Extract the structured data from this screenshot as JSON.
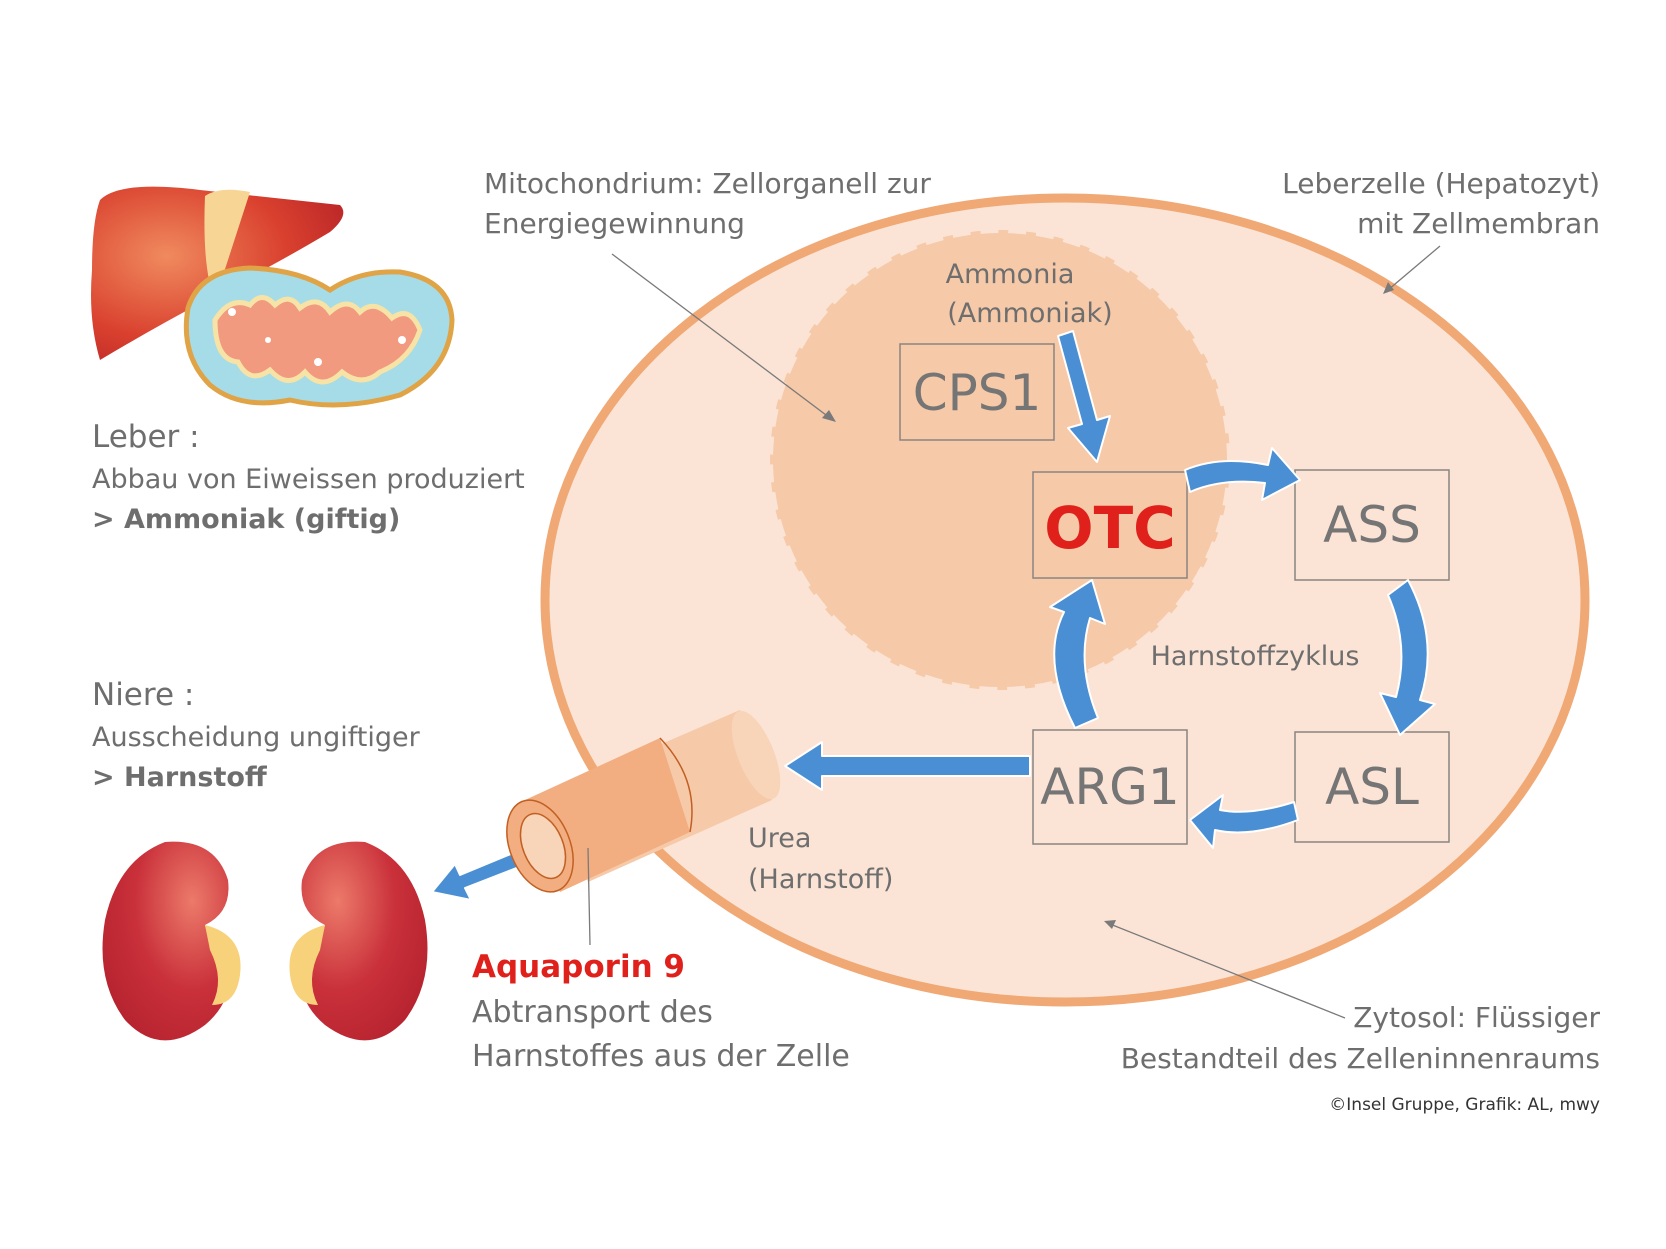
{
  "colors": {
    "cell_fill": "#fbe4d6",
    "cell_membrane": "#f0a875",
    "mito_fill": "#f6c9a8",
    "arrow_blue": "#4a8fd4",
    "highlight_red": "#e0201b",
    "text_gray": "#6e6e6e",
    "box_border": "#8a8480"
  },
  "labels": {
    "mitochondrium": [
      "Mitochondrium: Zellorganell zur",
      "Energiegewinnung"
    ],
    "leberzelle": [
      "Leberzelle (Hepatozyt)",
      "mit Zellmembran"
    ],
    "leber_title": "Leber :",
    "leber_line1": "Abbau von Eiweissen produziert",
    "leber_line2": "> Ammoniak (giftig)",
    "niere_title": "Niere :",
    "niere_line1": "Ausscheidung ungiftiger",
    "niere_line2": "> Harnstoff",
    "ammonia": [
      "Ammonia",
      "(Ammoniak)"
    ],
    "cycle_label": "Harnstoffzyklus",
    "urea": [
      "Urea",
      "(Harnstoff)"
    ],
    "aquaporin_title": "Aquaporin 9",
    "aquaporin_lines": [
      "Abtransport des",
      "Harnstoffes aus der Zelle"
    ],
    "zytosol": [
      "Zytosol: Flüssiger",
      "Bestandteil des Zelleninnenraums"
    ],
    "copyright": "©Insel Gruppe, Grafik: AL, mwy"
  },
  "enzymes": {
    "cps1": "CPS1",
    "otc": "OTC",
    "ass": "ASS",
    "asl": "ASL",
    "arg1": "ARG1"
  },
  "icons": {
    "liver": "liver-icon",
    "mitochondrion": "mitochondrion-icon",
    "kidneys": "kidneys-icon",
    "channel": "aquaporin-channel-icon"
  }
}
